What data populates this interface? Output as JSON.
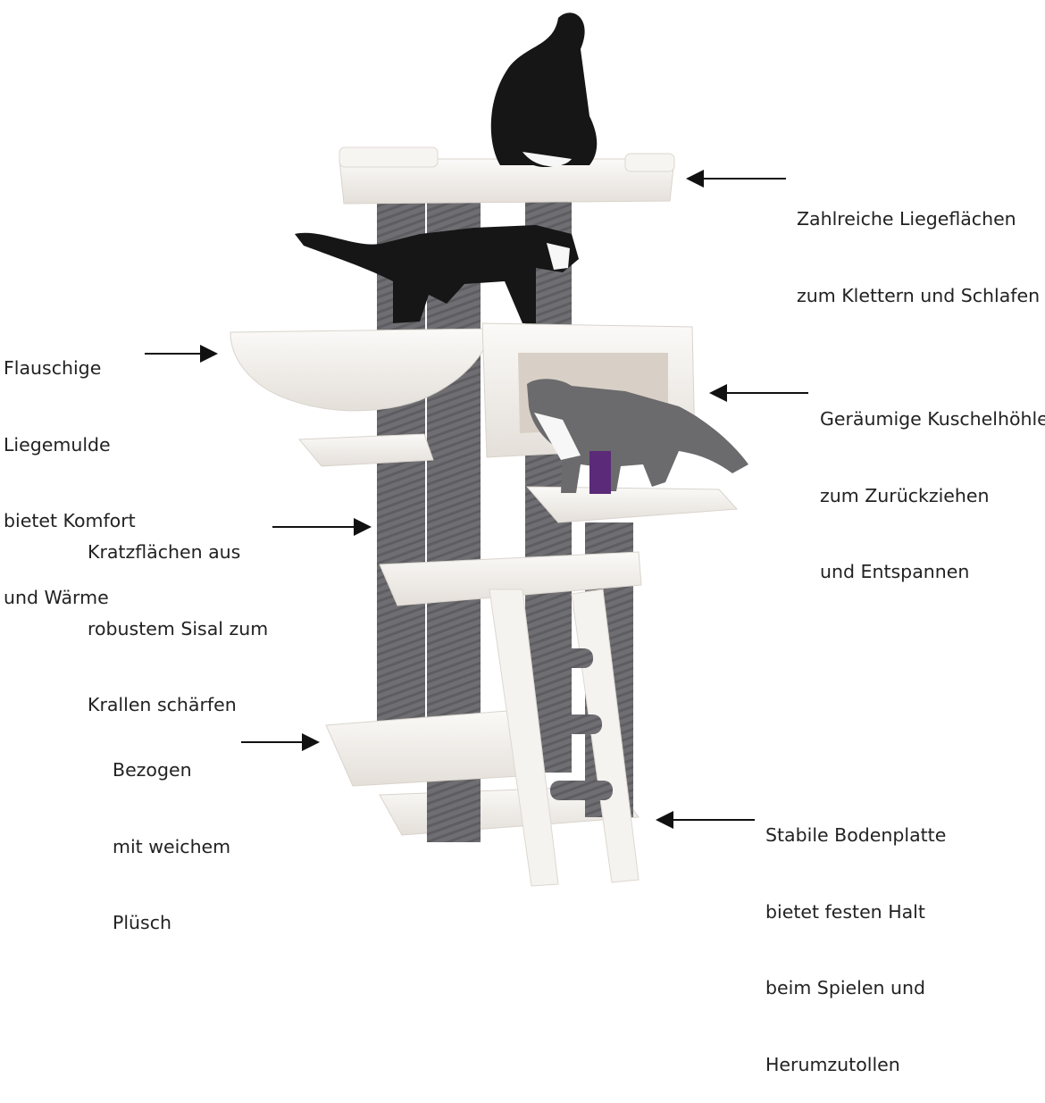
{
  "callouts": {
    "top": {
      "lines": [
        "Zahlreiche Liegeflächen",
        "zum Klettern und Schlafen"
      ]
    },
    "left1": {
      "lines": [
        "Flauschige",
        "Liegemulde",
        "bietet Komfort",
        "und Wärme"
      ]
    },
    "right1": {
      "lines": [
        "Geräumige Kuschelhöhle",
        "zum Zurückziehen",
        "und Entspannen"
      ]
    },
    "left2": {
      "lines": [
        "Kratzflächen aus",
        "robustem Sisal zum",
        "Krallen schärfen"
      ]
    },
    "left3": {
      "lines": [
        "Bezogen",
        "mit weichem",
        "Plüsch"
      ]
    },
    "right2": {
      "lines": [
        "Stabile Bodenplatte",
        "bietet festen Halt",
        "beim Spielen und",
        "Herumzutollen"
      ]
    }
  },
  "colors": {
    "plush": "#f3f0ec",
    "plush_shadow": "#d9d3cc",
    "sisal": "#6f6f73",
    "sisal_dark": "#55555a",
    "cat_black": "#161616",
    "cat_grey": "#6b6b6d",
    "cat_white": "#f7f7f7",
    "arrow": "#111111",
    "text": "#222222"
  }
}
